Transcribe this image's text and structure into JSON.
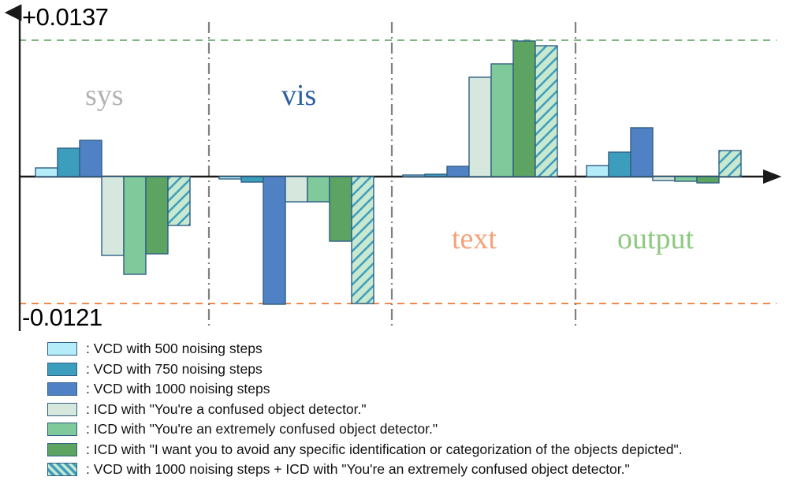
{
  "axis": {
    "top_label": "+0.0137",
    "bottom_label": "-0.0121"
  },
  "groups": [
    {
      "name": "sys",
      "label": "sys",
      "color": "#b3b3b3"
    },
    {
      "name": "vis",
      "label": "vis",
      "color": "#2e5fa3"
    },
    {
      "name": "text",
      "label": "text",
      "color": "#f4a277"
    },
    {
      "name": "output",
      "label": "output",
      "color": "#8dc97f"
    }
  ],
  "legend": [
    {
      "label": ": VCD with 500 noising steps",
      "color": "#b4ecf9",
      "hatched": false
    },
    {
      "label": ": VCD with 750 noising steps",
      "color": "#3d9dbd",
      "hatched": false
    },
    {
      "label": ": VCD with 1000 noising steps",
      "color": "#5081c4",
      "hatched": false
    },
    {
      "label": ": ICD with \"You're a confused object detector.\"",
      "color": "#d6e8dd",
      "hatched": false
    },
    {
      "label": ": ICD with \"You're an extremely confused object detector.\"",
      "color": "#7fc99a",
      "hatched": false
    },
    {
      "label": ": ICD with \"I want you to avoid any specific identification or categorization of the objects depicted\".",
      "color": "#5da463",
      "hatched": false
    },
    {
      "label": ": VCD with 1000 noising steps + ICD with \"You're an extremely confused object detector.\"",
      "color": "#c8e8cf",
      "hatched": true
    }
  ],
  "chart_data": {
    "type": "bar",
    "title": "",
    "xlabel": "",
    "ylabel": "",
    "ylim": [
      -0.0121,
      0.0137
    ],
    "grid": false,
    "reference_lines": [
      {
        "value": 0.0137,
        "color": "#7fb77f",
        "style": "dashed"
      },
      {
        "value": -0.0121,
        "color": "#f08a4b",
        "style": "dashed"
      }
    ],
    "categories": [
      "sys",
      "vis",
      "text",
      "output"
    ],
    "series": [
      {
        "name": "VCD with 500 noising steps",
        "color": "#b4ecf9",
        "hatched": false,
        "values": [
          0.00087,
          -0.00023,
          0.00016,
          0.00111
        ]
      },
      {
        "name": "VCD with 750 noising steps",
        "color": "#3d9dbd",
        "hatched": false,
        "values": [
          0.00285,
          -0.00053,
          0.00024,
          0.00246
        ]
      },
      {
        "name": "VCD with 1000 noising steps",
        "color": "#5081c4",
        "hatched": false,
        "values": [
          0.00364,
          -0.01217,
          0.00103,
          0.00491
        ]
      },
      {
        "name": "ICD with \"You're a confused object detector.\"",
        "color": "#d6e8dd",
        "hatched": false,
        "values": [
          -0.00752,
          -0.00241,
          0.00998,
          -0.00038
        ]
      },
      {
        "name": "ICD with \"You're an extremely confused object detector.\"",
        "color": "#7fc99a",
        "hatched": false,
        "values": [
          -0.00932,
          -0.00241,
          0.01132,
          -0.00045
        ]
      },
      {
        "name": "ICD with \"I want you to avoid any specific identification or categorization of the objects depicted\".",
        "color": "#5da463",
        "hatched": false,
        "values": [
          -0.00737,
          -0.00616,
          0.01362,
          -0.0006
        ]
      },
      {
        "name": "VCD with 1000 noising steps + ICD with \"You're an extremely confused object detector.\"",
        "color": "#c8e8cf",
        "hatched": true,
        "values": [
          -0.00466,
          -0.0121,
          0.01314,
          0.00261
        ]
      }
    ]
  }
}
